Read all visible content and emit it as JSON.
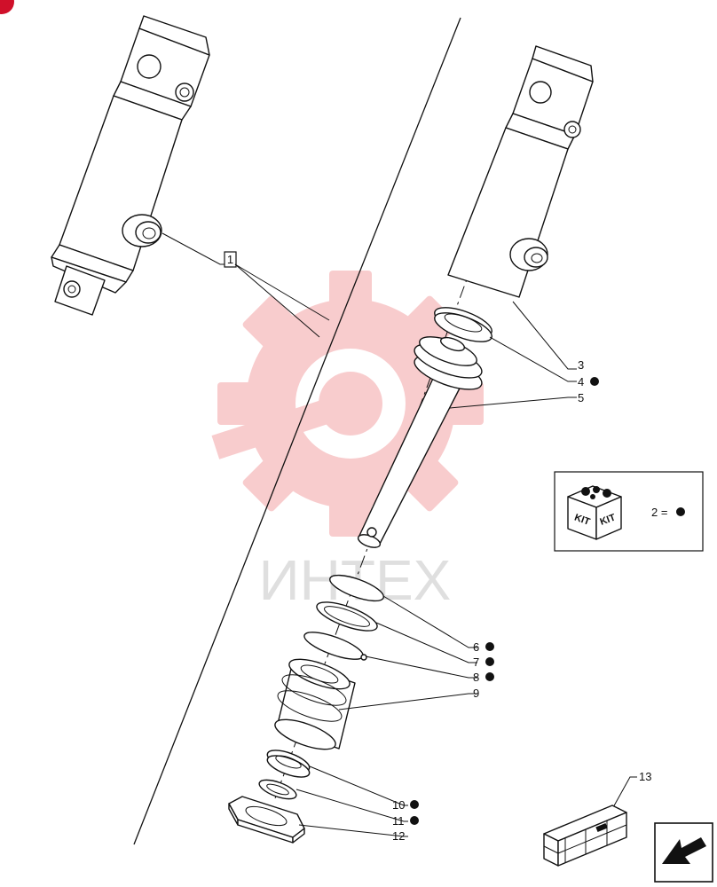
{
  "diagram": {
    "callout_box_label": "1",
    "callouts": [
      {
        "id": "3",
        "label": "3",
        "kit": false
      },
      {
        "id": "4",
        "label": "4",
        "kit": true
      },
      {
        "id": "5",
        "label": "5",
        "kit": false
      },
      {
        "id": "6",
        "label": "6",
        "kit": true
      },
      {
        "id": "7",
        "label": "7",
        "kit": true
      },
      {
        "id": "8",
        "label": "8",
        "kit": true
      },
      {
        "id": "9",
        "label": "9",
        "kit": false
      },
      {
        "id": "10",
        "label": "10",
        "kit": true
      },
      {
        "id": "11",
        "label": "11",
        "kit": true
      },
      {
        "id": "12",
        "label": "12",
        "kit": false
      },
      {
        "id": "13",
        "label": "13",
        "kit": false
      }
    ],
    "legend": {
      "kit_label_left": "KIT",
      "kit_label_right": "KIT",
      "kit_equation": "2 ="
    },
    "watermark_text": "ИНТЕХ",
    "colors": {
      "line": "#111111",
      "watermark": "#f4a3a6",
      "corner_badge": "#d0102a"
    }
  }
}
